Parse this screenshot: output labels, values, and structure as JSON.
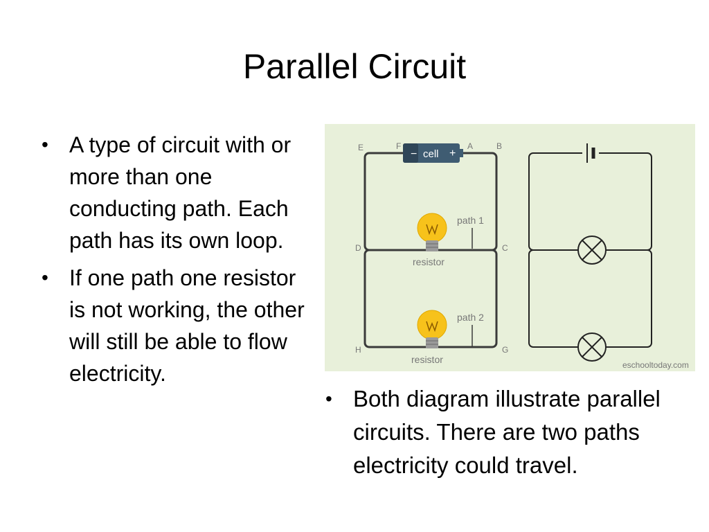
{
  "slide": {
    "title": "Parallel Circuit",
    "left_bullets": [
      "A type of circuit with or more than one conducting path. Each path has its own loop.",
      "If one path one resistor is not working, the other will still be able to flow electricity."
    ],
    "right_bullets": [
      "Both diagram illustrate parallel circuits. There are two paths electricity could  travel."
    ]
  },
  "figure": {
    "cell_label": "cell",
    "cell_minus": "−",
    "cell_plus": "+",
    "node_labels": {
      "E": "E",
      "F": "F",
      "A": "A",
      "B": "B",
      "D": "D",
      "C": "C",
      "H": "H",
      "G": "G"
    },
    "path1": "path 1",
    "path2": "path 2",
    "resistor1": "resistor",
    "resistor2": "resistor",
    "watermark": "eschooltoday.com"
  },
  "colors": {
    "figure_bg": "#e8f0da",
    "wire": "#3a3a3a",
    "cell_fill": "#3f5c72",
    "bulb_yellow": "#f7c21b"
  }
}
